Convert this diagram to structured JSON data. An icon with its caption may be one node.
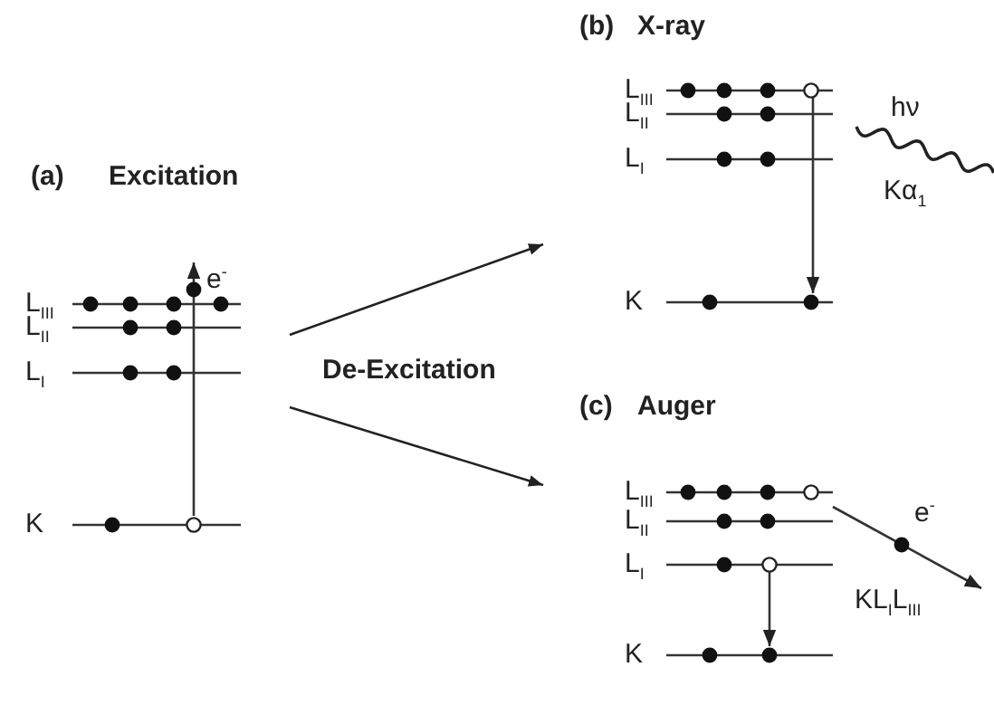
{
  "diagram": {
    "nodes": [
      {
        "text": [
          "(a)",
          "Excitation"
        ]
      },
      {
        "text": [
          "(b)",
          "X-ray"
        ]
      },
      {
        "text": [
          "(c)",
          "Auger"
        ]
      }
    ],
    "edges": [
      {
        "from": 0,
        "to": 1,
        "arrow": "to"
      },
      {
        "from": 0,
        "to": 2,
        "arrow": "to"
      }
    ],
    "labels": [
      "e$^{-}$",
      "L$_{III}$",
      "L$_{II}$",
      "L$_{I}$",
      "K",
      "De-Excitation",
      "L$_{III}$",
      "L$_{II}$",
      "L$_{I}$",
      "hν",
      "Kα$_{1}$",
      "K",
      "L$_{III}$",
      "L$_{II}$",
      "e$^{-}$",
      "L$_{I}$",
      "KL$_{I}$L$_{III}$",
      "K"
    ]
  }
}
